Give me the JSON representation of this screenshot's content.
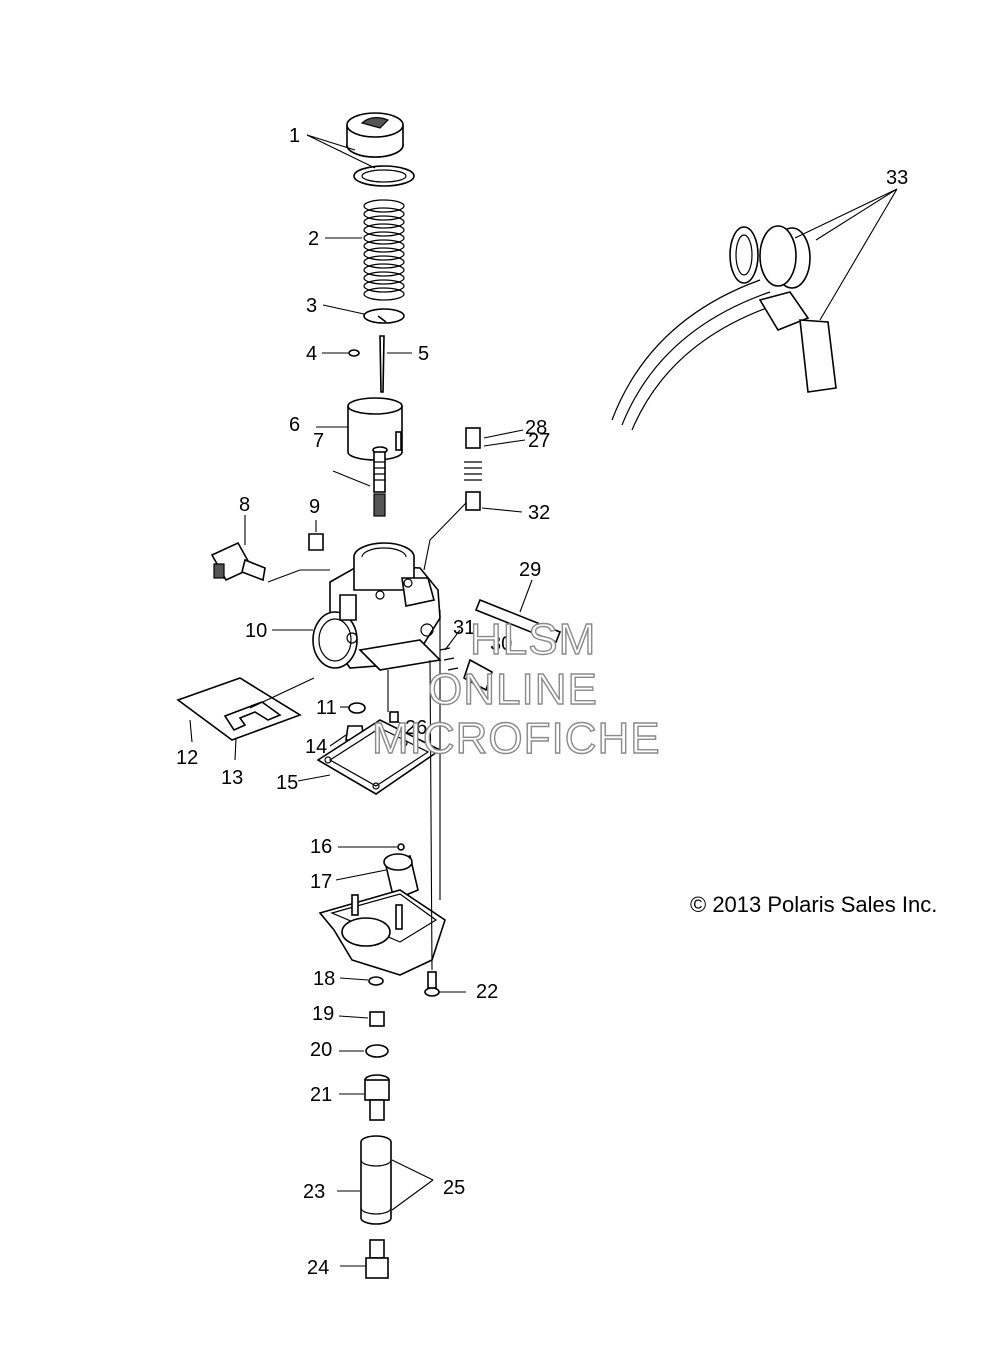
{
  "copyright": "© 2013 Polaris Sales Inc.",
  "watermark": [
    "HLSM",
    "ONLINE",
    "MICROFICHE"
  ],
  "callouts": [
    "1",
    "2",
    "3",
    "4",
    "5",
    "6",
    "7",
    "8",
    "9",
    "10",
    "11",
    "12",
    "13",
    "14",
    "15",
    "16",
    "17",
    "18",
    "19",
    "20",
    "21",
    "22",
    "23",
    "24",
    "25",
    "26",
    "27",
    "28",
    "29",
    "30",
    "31",
    "32",
    "33"
  ]
}
